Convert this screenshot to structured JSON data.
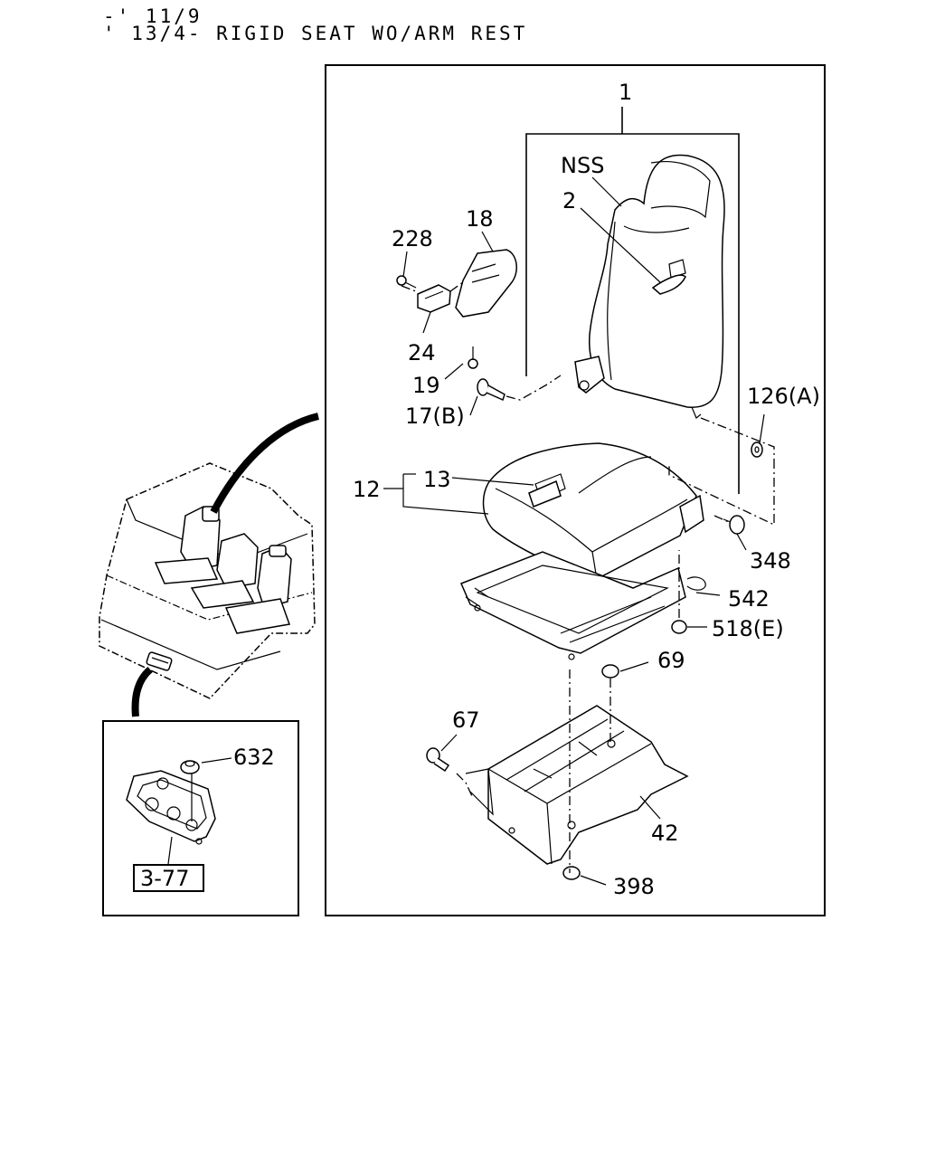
{
  "header": {
    "line1": "-' 11/9",
    "line2": "' 13/4- RIGID SEAT WO/ARM REST"
  },
  "callouts": [
    {
      "id": "c1",
      "text": "1"
    },
    {
      "id": "c_nss",
      "text": "NSS"
    },
    {
      "id": "c2",
      "text": "2"
    },
    {
      "id": "c18",
      "text": "18"
    },
    {
      "id": "c228",
      "text": "228"
    },
    {
      "id": "c24",
      "text": "24"
    },
    {
      "id": "c19",
      "text": "19"
    },
    {
      "id": "c17",
      "text": "17(B)"
    },
    {
      "id": "c126",
      "text": "126(A)"
    },
    {
      "id": "c12",
      "text": "12"
    },
    {
      "id": "c13",
      "text": "13"
    },
    {
      "id": "c348",
      "text": "348"
    },
    {
      "id": "c542",
      "text": "542"
    },
    {
      "id": "c518",
      "text": "518(E)"
    },
    {
      "id": "c69",
      "text": "69"
    },
    {
      "id": "c67",
      "text": "67"
    },
    {
      "id": "c42",
      "text": "42"
    },
    {
      "id": "c398",
      "text": "398"
    },
    {
      "id": "c632",
      "text": "632"
    }
  ],
  "reference": {
    "text": "3-77"
  }
}
